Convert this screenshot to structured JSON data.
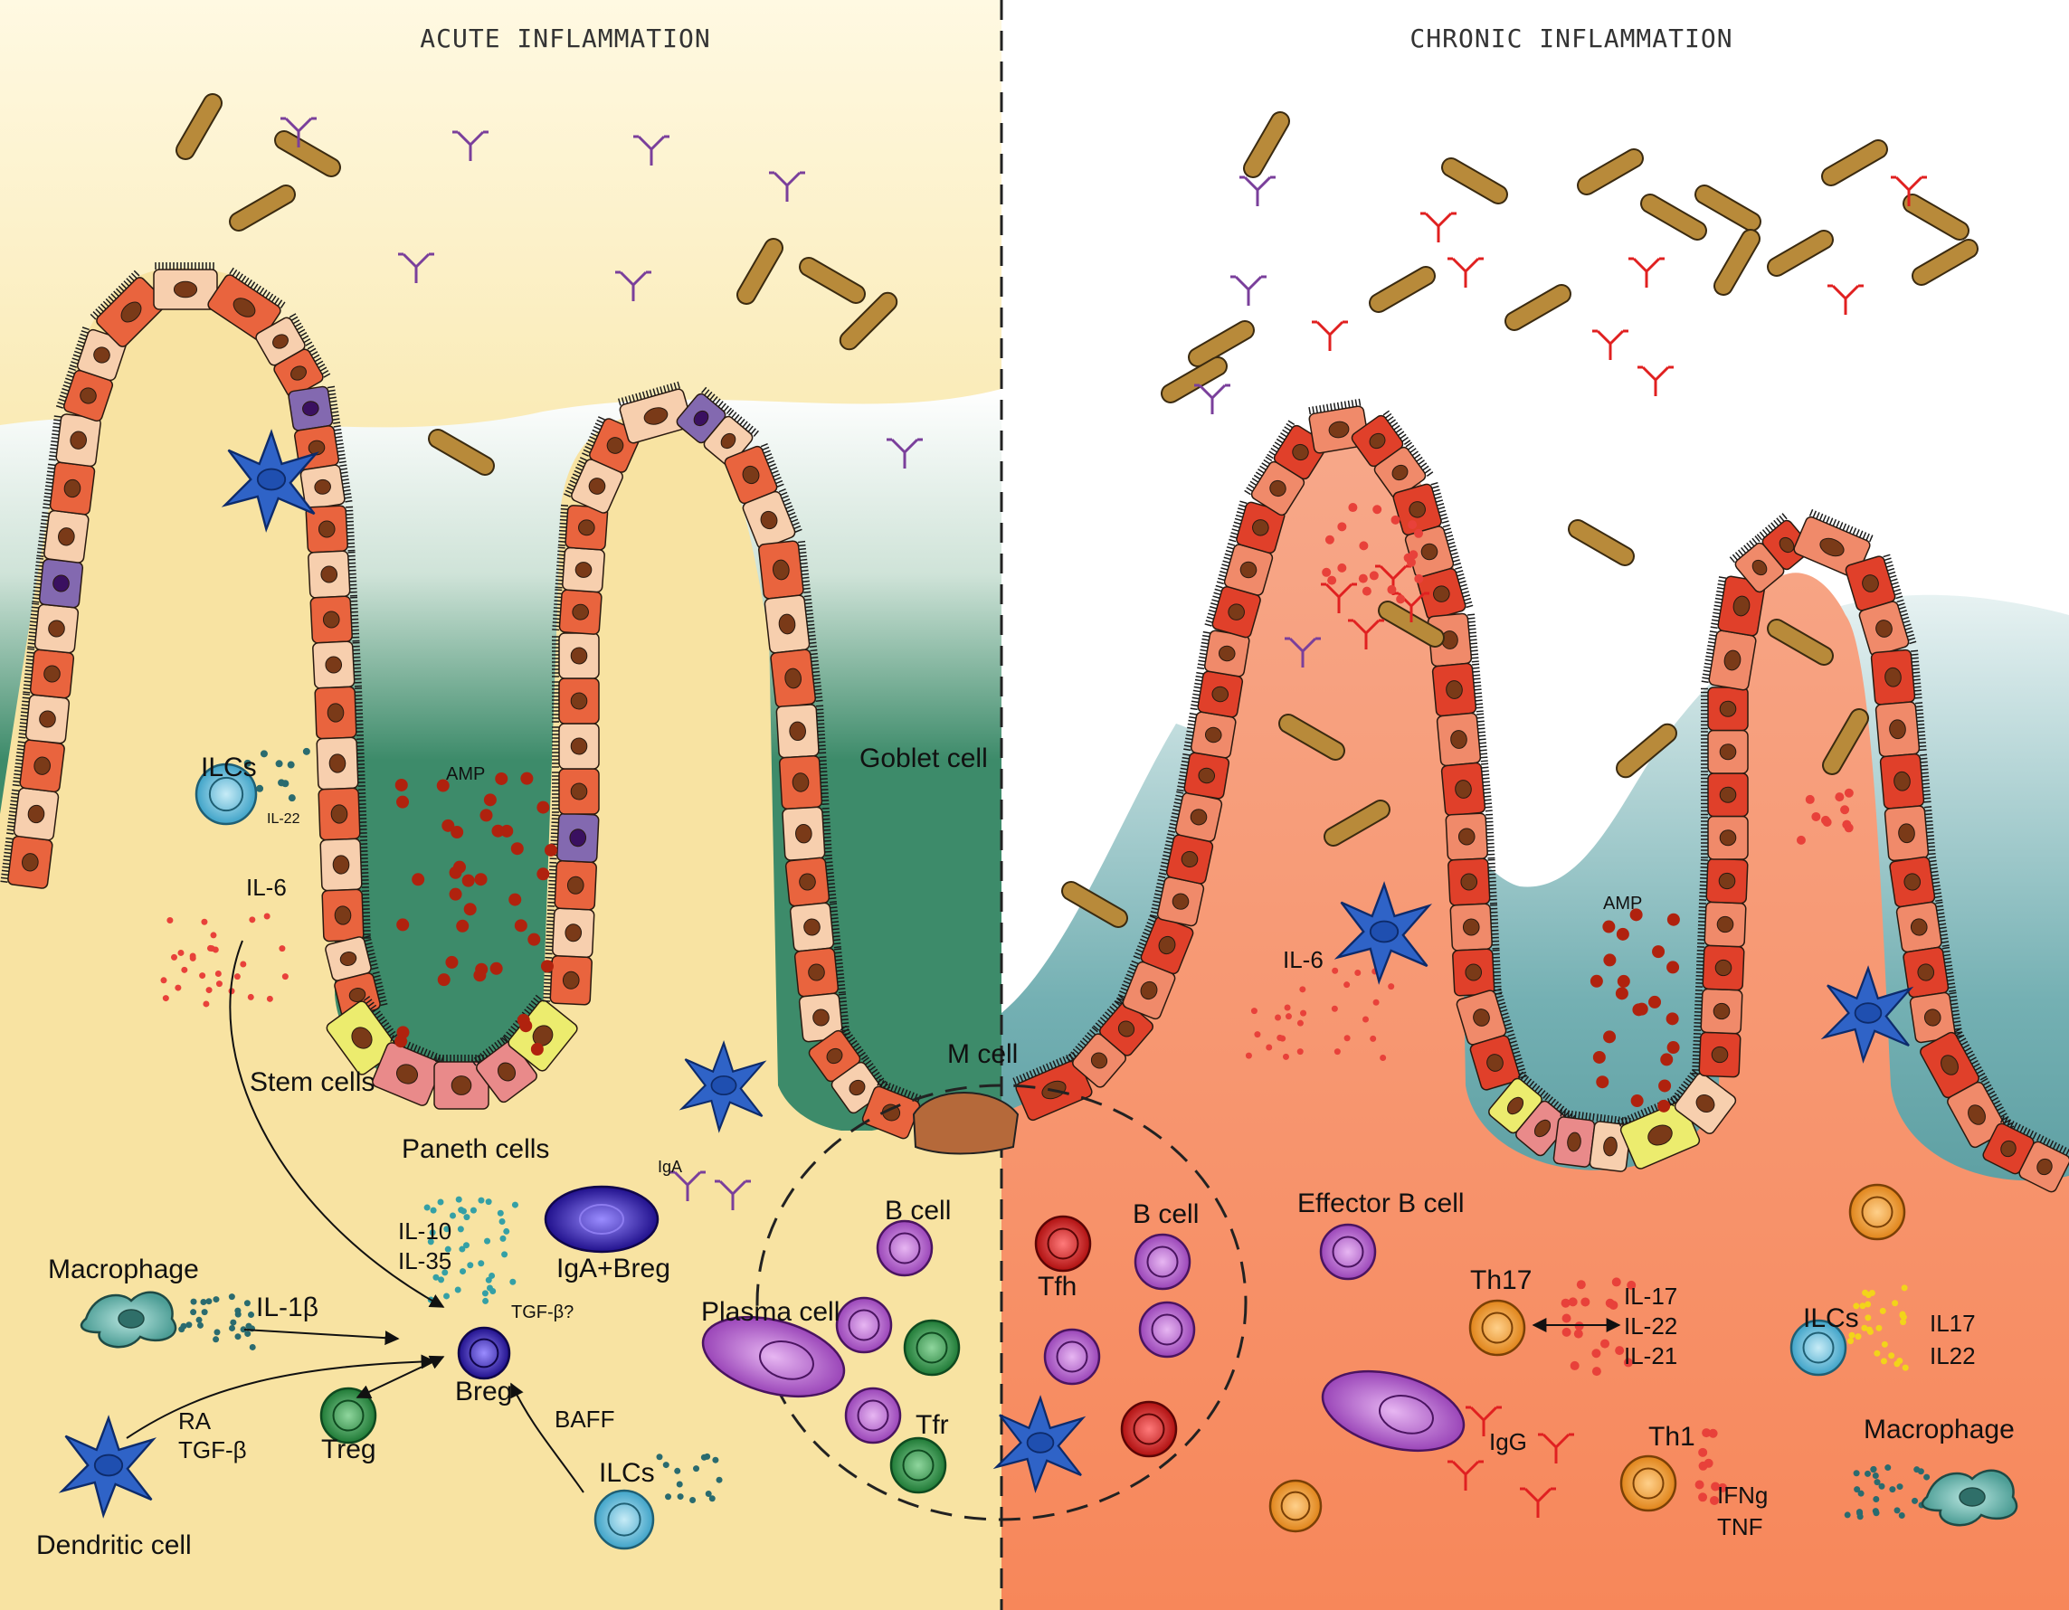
{
  "panels": {
    "left": {
      "title": "ACUTE INFLAMMATION"
    },
    "right": {
      "title": "CHRONIC INFLAMMATION"
    }
  },
  "labels": {
    "ilcs_top_left": "ILCs",
    "il22_left": "IL-22",
    "amp_left": "AMP",
    "goblet": "Goblet cell",
    "il6_left": "IL-6",
    "stem": "Stem cells",
    "paneth": "Paneth cells",
    "mcell": "M cell",
    "iga": "IgA",
    "il10": "IL-10",
    "il35": "IL-35",
    "igabreg": "IgA+Breg",
    "tgfb_q": "TGF-β?",
    "macrophage_left": "Macrophage",
    "il1b": "IL-1β",
    "breg": "Breg",
    "treg": "Treg",
    "baff": "BAFF",
    "ra": "RA",
    "tgfb": "TGF-β",
    "dendritic": "Dendritic cell",
    "ilcs_bottom_left": "ILCs",
    "bcell_left": "B cell",
    "plasma": "Plasma cell",
    "tfr": "Tfr",
    "tfh": "Tfh",
    "bcell_right": "B cell",
    "effector_b": "Effector B cell",
    "amp_right": "AMP",
    "il6_right": "IL-6",
    "th17": "Th17",
    "il17": "IL-17",
    "il22": "IL-22",
    "il21": "IL-21",
    "ilcs_right": "ILCs",
    "il17_ilc": "IL17",
    "il22_ilc": "IL22",
    "igg": "IgG",
    "th1": "Th1",
    "ifng": "IFNg",
    "tnf": "TNF",
    "macrophage_right": "Macrophage"
  },
  "colors": {
    "acute_lamina": "#f8e3a2",
    "chronic_lamina": "#f6a07d",
    "mucus_acute": "#3d8b6a",
    "mucus_chronic": "#2f7c80",
    "epithelial_dark": "#e9643e",
    "epithelial_light": "#f7cfae",
    "goblet": "#8369b0",
    "paneth": "#e98a8a",
    "stem": "#ecec6e",
    "bacteria": "#b88a3a",
    "antibody_purple": "#7a3f9b",
    "antibody_red": "#e02020",
    "dendritic": "#2f63c7",
    "b_cell": "#b066c8",
    "tfh": "#c81e1e",
    "treg_tfr": "#2a8f44",
    "breg": "#2a1aa0",
    "ilc": "#5ab6d6",
    "th_cells": "#f09a28",
    "macrophage": "#5fb0a8"
  }
}
